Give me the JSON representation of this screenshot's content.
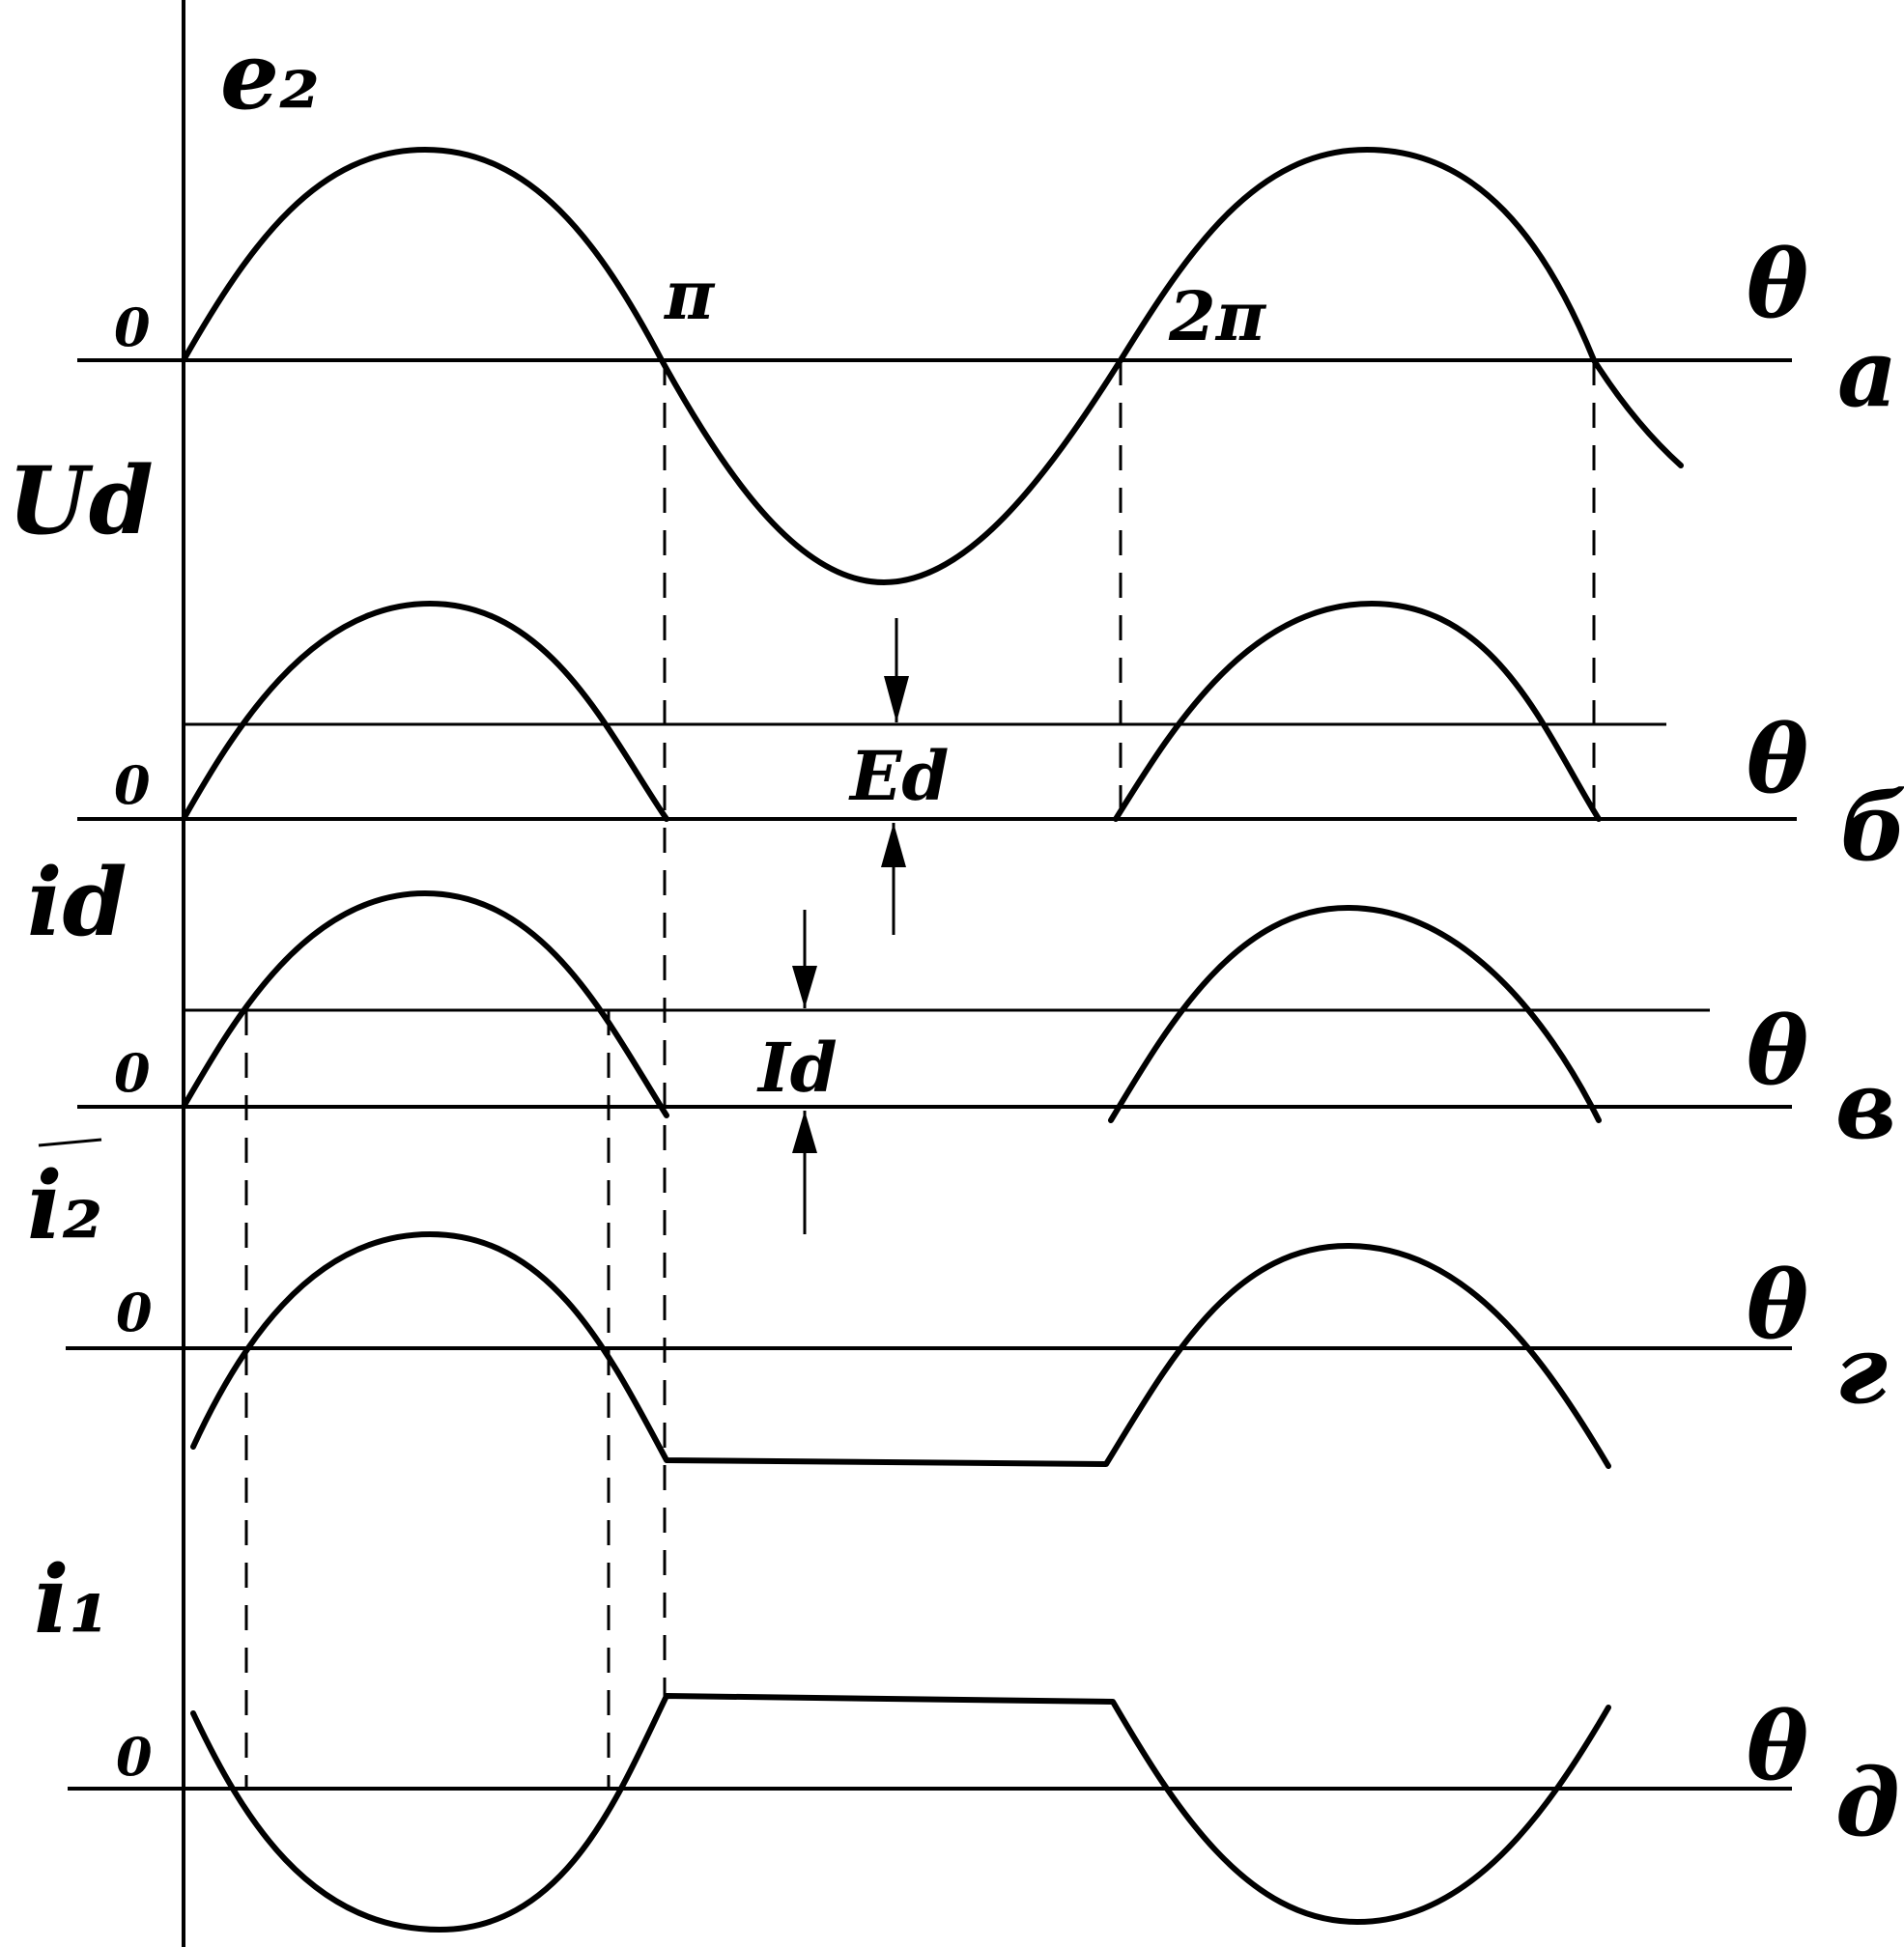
{
  "labels": {
    "e2": "e₂",
    "ud": "Ud",
    "id": "id",
    "i2": "i₂",
    "i1": "i₁",
    "zero": "0",
    "pi": "π",
    "two_pi": "2π",
    "theta": "θ",
    "ed": "Ed",
    "Id": "Id",
    "panel_a": "a",
    "panel_b": "б",
    "panel_v": "в",
    "panel_g": "г",
    "panel_d": "д"
  }
}
